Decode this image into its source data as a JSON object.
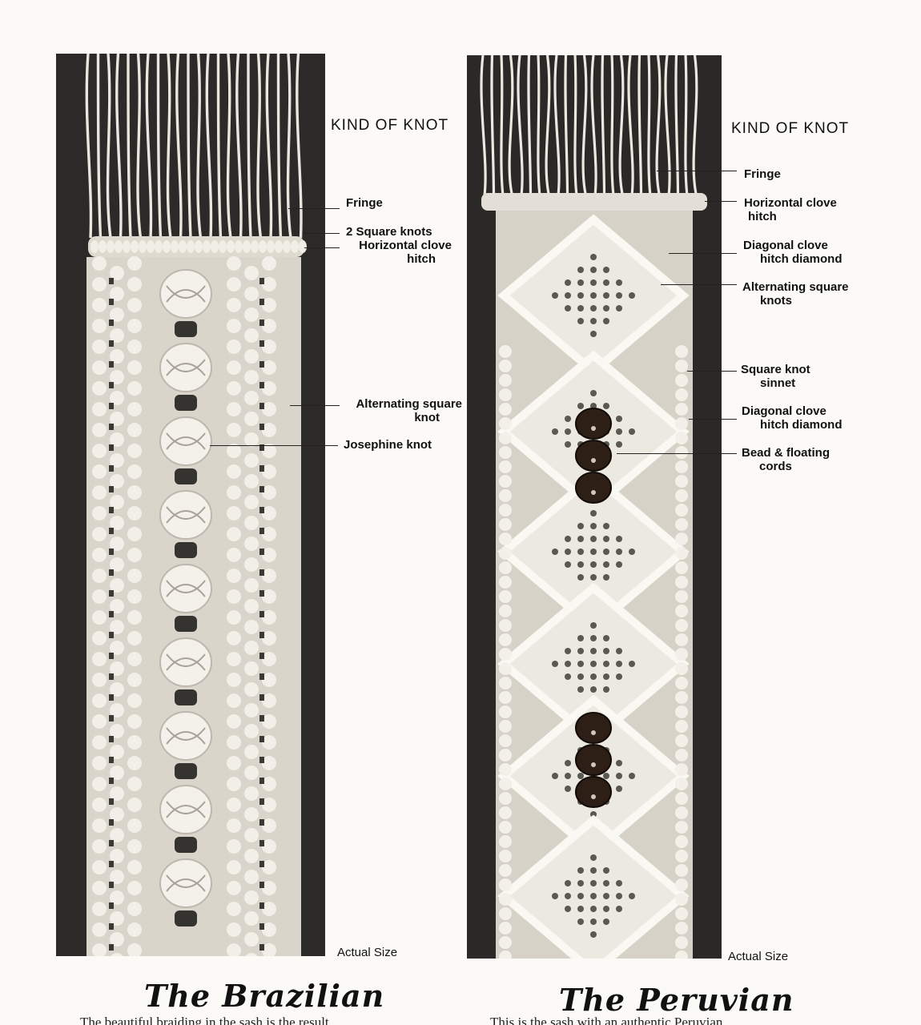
{
  "left": {
    "heading": "KIND OF KNOT",
    "labels": [
      {
        "l1": "Fringe",
        "l2": ""
      },
      {
        "l1": "2 Square knots",
        "l2": ""
      },
      {
        "l1": "Horizontal clove",
        "l2": "hitch"
      },
      {
        "l1": "Alternating square",
        "l2": "knot"
      },
      {
        "l1": "Josephine knot",
        "l2": ""
      }
    ],
    "caption": "Actual Size",
    "title": "The Brazilian",
    "body_fragment": "The beautiful braiding in the sash is the result"
  },
  "right": {
    "heading": "KIND OF KNOT",
    "labels": [
      {
        "l1": "Fringe",
        "l2": ""
      },
      {
        "l1": "Horizontal clove",
        "l2": "hitch"
      },
      {
        "l1": "Diagonal clove",
        "l2": "hitch diamond"
      },
      {
        "l1": "Alternating square",
        "l2": "knots"
      },
      {
        "l1": "Square knot",
        "l2": "sinnet"
      },
      {
        "l1": "Diagonal clove",
        "l2": "hitch diamond"
      },
      {
        "l1": "Bead & floating",
        "l2": "cords"
      }
    ],
    "caption": "Actual Size",
    "title": "The Peruvian",
    "body_fragment": "This is the sash with an authentic Peruvian"
  }
}
